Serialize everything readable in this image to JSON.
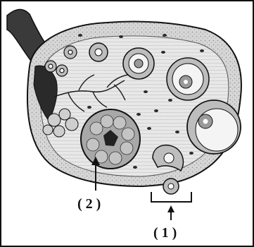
{
  "figure": {
    "subject": "ovary-cross-section",
    "labels": {
      "corpus_luteum": "( 2 )",
      "ovulation": "( 1 )"
    },
    "colors": {
      "ink": "#111111",
      "ovary_fill": "#cfcfcf",
      "stroma_fill": "#e6e6e6",
      "follicle_fill": "#bdbdbd",
      "antrum_fill": "#f4f4f4",
      "vessel_dark": "#2a2a2a"
    }
  }
}
